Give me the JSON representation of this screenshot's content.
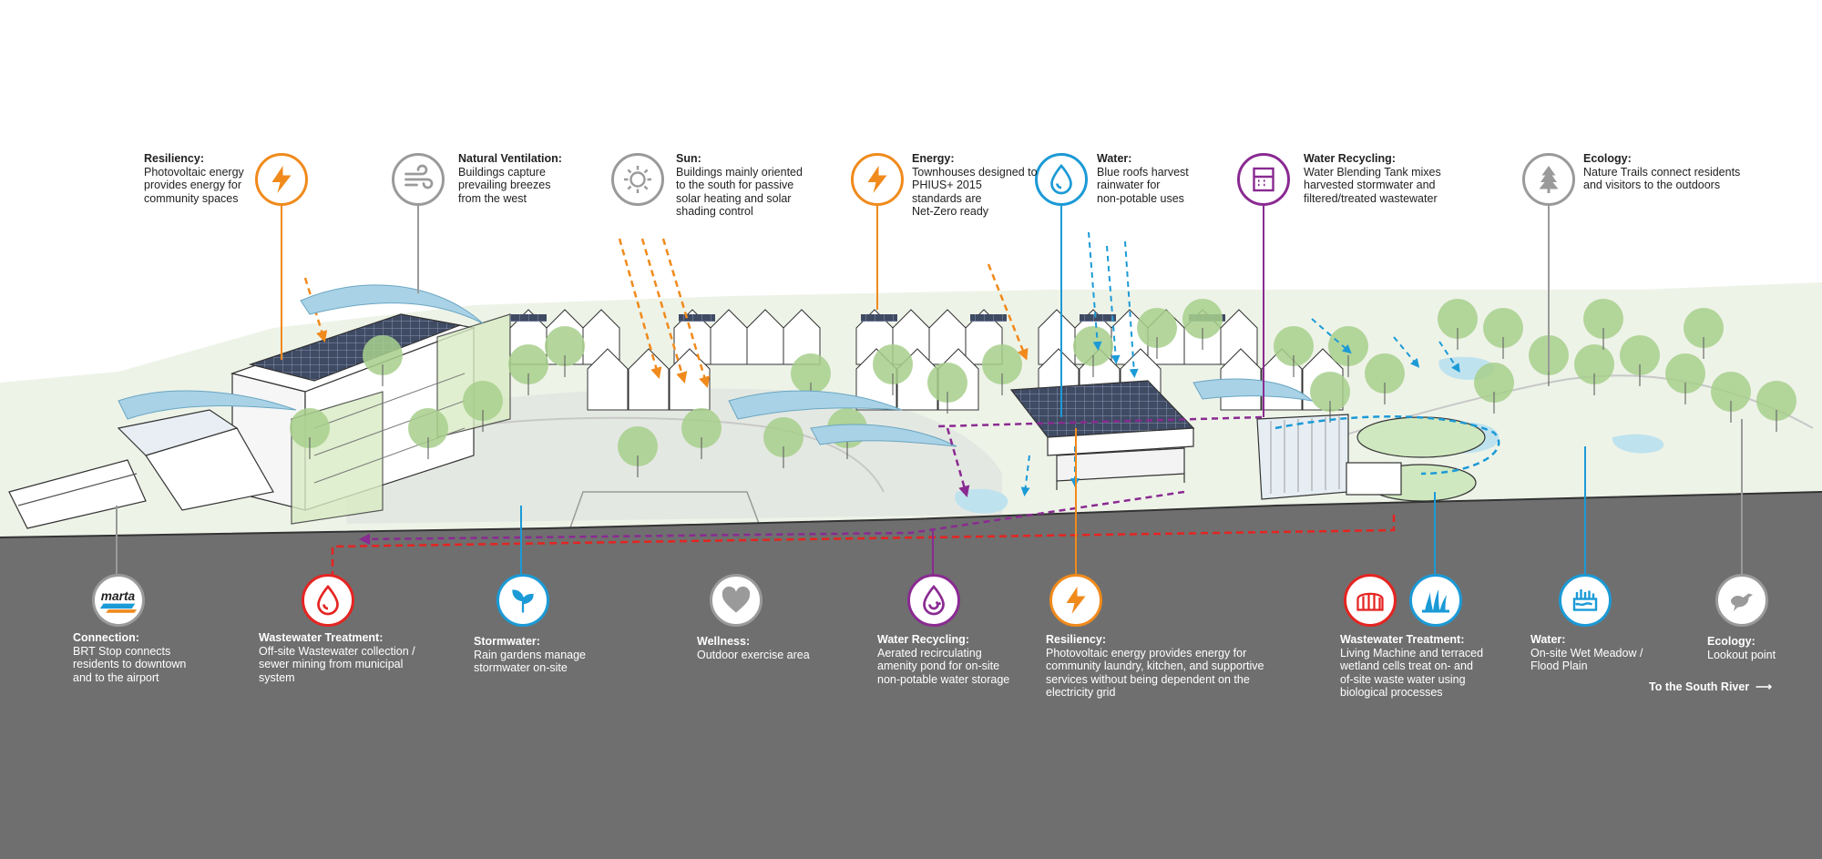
{
  "colors": {
    "orange": "#f08a1c",
    "gray": "#9a9a9a",
    "blue": "#1b9ad6",
    "purple": "#8a2a92",
    "red": "#e52421",
    "ground": "#6f6f6f",
    "tree": "#a8d08d"
  },
  "top_labels": [
    {
      "title": "Resiliency:",
      "desc": "Photovoltaic energy\nprovides energy for\ncommunity spaces",
      "icon": "lightning-icon",
      "color": "orange"
    },
    {
      "title": "Natural Ventilation:",
      "desc": "Buildings capture\nprevailing breezes\nfrom the west",
      "icon": "wind-icon",
      "color": "gray"
    },
    {
      "title": "Sun:",
      "desc": "Buildings mainly oriented\nto the south for passive\nsolar heating and solar\nshading control",
      "icon": "sun-icon",
      "color": "gray"
    },
    {
      "title": "Energy:",
      "desc": "Townhouses designed to\nPHIUS+ 2015\nstandards are\nNet-Zero ready",
      "icon": "lightning-icon",
      "color": "orange"
    },
    {
      "title": "Water:",
      "desc": "Blue roofs harvest\nrainwater for\nnon-potable uses",
      "icon": "water-drop-icon",
      "color": "blue"
    },
    {
      "title": "Water Recycling:",
      "desc": "Water Blending Tank mixes\nharvested stormwater and\nfiltered/treated wastewater",
      "icon": "tank-icon",
      "color": "purple"
    },
    {
      "title": "Ecology:",
      "desc": "Nature Trails connect residents\nand visitors to the outdoors",
      "icon": "pine-tree-icon",
      "color": "gray"
    }
  ],
  "bottom_labels": [
    {
      "title": "Connection:",
      "desc": "BRT Stop connects\nresidents to downtown\nand to the airport",
      "icon": "marta-logo",
      "color": "gray"
    },
    {
      "title": "Wastewater Treatment:",
      "desc": "Off-site Wastewater collection /\nsewer mining from municipal\nsystem",
      "icon": "water-drop-icon",
      "color": "red"
    },
    {
      "title": "Stormwater:",
      "desc": "Rain gardens manage\nstormwater on-site",
      "icon": "plant-icon",
      "color": "blue"
    },
    {
      "title": "Wellness:",
      "desc": "Outdoor exercise area",
      "icon": "heart-icon",
      "color": "gray"
    },
    {
      "title": "Water Recycling:",
      "desc": "Aerated recirculating\namenity pond for on-site\nnon-potable water storage",
      "icon": "recycle-drop-icon",
      "color": "purple"
    },
    {
      "title": "Resiliency:",
      "desc": "Photovoltaic energy provides energy for\ncommunity laundry, kitchen, and supportive\nservices without being dependent on the\nelectricity grid",
      "icon": "lightning-icon",
      "color": "orange"
    },
    {
      "title": "Wastewater Treatment:",
      "desc": "Living Machine and terraced\nwetland cells treat on- and\nof-site waste water using\nbiological processes",
      "icon": "greenhouse-icon",
      "color": "red",
      "second_icon": "wetland-icon",
      "second_color": "blue"
    },
    {
      "title": "Water:",
      "desc": "On-site Wet Meadow /\nFlood Plain",
      "icon": "meadow-icon",
      "color": "blue"
    },
    {
      "title": "Ecology:",
      "desc": "Lookout point",
      "icon": "bird-icon",
      "color": "gray"
    }
  ],
  "marta_logo_text": "marta",
  "south_river_label": "To the South River"
}
